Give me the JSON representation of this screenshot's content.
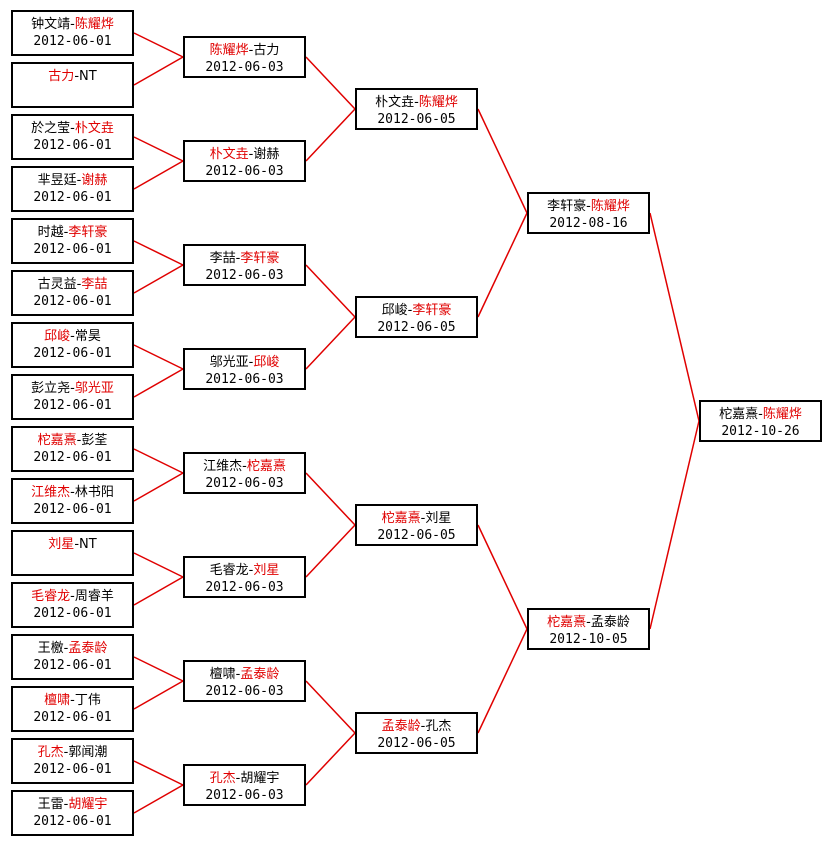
{
  "colors": {
    "winner_text": "#e00000",
    "connector": "#e00000",
    "box_border": "#000000"
  },
  "rounds": [
    {
      "matches": [
        {
          "left": "钟文靖",
          "right": "陈耀烨",
          "winner": "right",
          "date": "2012-06-01"
        },
        {
          "left": "古力",
          "right": "NT",
          "winner": "left",
          "date": ""
        },
        {
          "left": "於之莹",
          "right": "朴文垚",
          "winner": "right",
          "date": "2012-06-01"
        },
        {
          "left": "芈昱廷",
          "right": "谢赫",
          "winner": "right",
          "date": "2012-06-01"
        },
        {
          "left": "时越",
          "right": "李轩豪",
          "winner": "right",
          "date": "2012-06-01"
        },
        {
          "left": "古灵益",
          "right": "李喆",
          "winner": "right",
          "date": "2012-06-01"
        },
        {
          "left": "邱峻",
          "right": "常昊",
          "winner": "left",
          "date": "2012-06-01"
        },
        {
          "left": "彭立尧",
          "right": "邬光亚",
          "winner": "right",
          "date": "2012-06-01"
        },
        {
          "left": "柁嘉熹",
          "right": "彭荃",
          "winner": "left",
          "date": "2012-06-01"
        },
        {
          "left": "江维杰",
          "right": "林书阳",
          "winner": "left",
          "date": "2012-06-01"
        },
        {
          "left": "刘星",
          "right": "NT",
          "winner": "left",
          "date": ""
        },
        {
          "left": "毛睿龙",
          "right": "周睿羊",
          "winner": "left",
          "date": "2012-06-01"
        },
        {
          "left": "王檄",
          "right": "孟泰龄",
          "winner": "right",
          "date": "2012-06-01"
        },
        {
          "left": "檀啸",
          "right": "丁伟",
          "winner": "left",
          "date": "2012-06-01"
        },
        {
          "left": "孔杰",
          "right": "郭闻潮",
          "winner": "left",
          "date": "2012-06-01"
        },
        {
          "left": "王雷",
          "right": "胡耀宇",
          "winner": "right",
          "date": "2012-06-01"
        }
      ]
    },
    {
      "matches": [
        {
          "left": "陈耀烨",
          "right": "古力",
          "winner": "left",
          "date": "2012-06-03"
        },
        {
          "left": "朴文垚",
          "right": "谢赫",
          "winner": "left",
          "date": "2012-06-03"
        },
        {
          "left": "李喆",
          "right": "李轩豪",
          "winner": "right",
          "date": "2012-06-03"
        },
        {
          "left": "邬光亚",
          "right": "邱峻",
          "winner": "right",
          "date": "2012-06-03"
        },
        {
          "left": "江维杰",
          "right": "柁嘉熹",
          "winner": "right",
          "date": "2012-06-03"
        },
        {
          "left": "毛睿龙",
          "right": "刘星",
          "winner": "right",
          "date": "2012-06-03"
        },
        {
          "left": "檀啸",
          "right": "孟泰龄",
          "winner": "right",
          "date": "2012-06-03"
        },
        {
          "left": "孔杰",
          "right": "胡耀宇",
          "winner": "left",
          "date": "2012-06-03"
        }
      ]
    },
    {
      "matches": [
        {
          "left": "朴文垚",
          "right": "陈耀烨",
          "winner": "right",
          "date": "2012-06-05"
        },
        {
          "left": "邱峻",
          "right": "李轩豪",
          "winner": "right",
          "date": "2012-06-05"
        },
        {
          "left": "柁嘉熹",
          "right": "刘星",
          "winner": "left",
          "date": "2012-06-05"
        },
        {
          "left": "孟泰龄",
          "right": "孔杰",
          "winner": "left",
          "date": "2012-06-05"
        }
      ]
    },
    {
      "matches": [
        {
          "left": "李轩豪",
          "right": "陈耀烨",
          "winner": "right",
          "date": "2012-08-16"
        },
        {
          "left": "柁嘉熹",
          "right": "孟泰龄",
          "winner": "left",
          "date": "2012-10-05"
        }
      ]
    },
    {
      "matches": [
        {
          "left": "柁嘉熹",
          "right": "陈耀烨",
          "winner": "right",
          "date": "2012-10-26"
        }
      ]
    }
  ]
}
